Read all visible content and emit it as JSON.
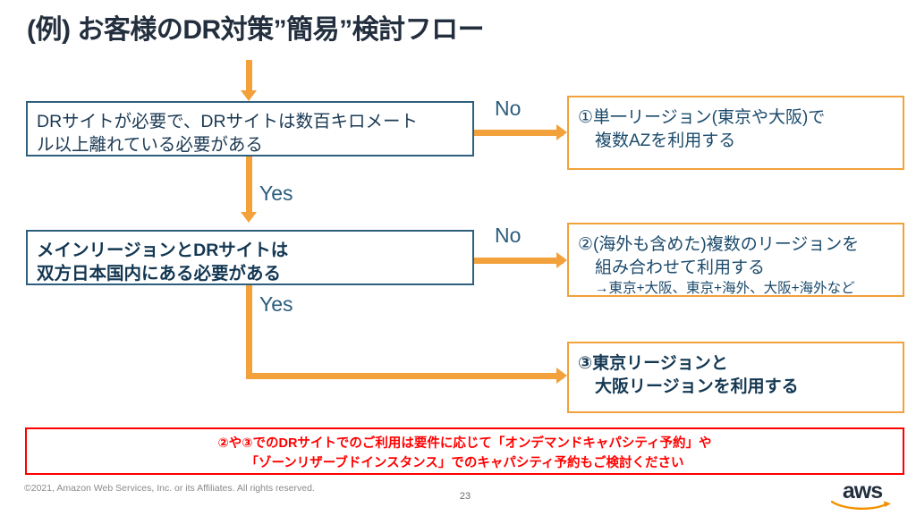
{
  "slide": {
    "title": "(例) お客様のDR対策”簡易”検討フロー"
  },
  "flow": {
    "decisions": [
      {
        "id": "decision-1",
        "line1": "DRサイトが必要で、DRサイトは数百キロメート",
        "line2": "ル以上離れている必要がある"
      },
      {
        "id": "decision-2",
        "line1": "メインリージョンとDRサイトは",
        "line2": "双方日本国内にある必要がある"
      }
    ],
    "labels": {
      "no_1": "No",
      "no_2": "No",
      "yes_1": "Yes",
      "yes_2": "Yes"
    },
    "outcomes": [
      {
        "id": "outcome-1",
        "line1": "①単一リージョン(東京や大阪)で",
        "line2": "複数AZを利用する",
        "sub": ""
      },
      {
        "id": "outcome-2",
        "line1": "②(海外も含めた)複数のリージョンを",
        "line2": "組み合わせて利用する",
        "sub": "→東京+大阪、東京+海外、大阪+海外など"
      },
      {
        "id": "outcome-3",
        "line1": "③東京リージョンと",
        "line2": "大阪リージョンを利用する",
        "sub": ""
      }
    ]
  },
  "note": {
    "line1": "②や③でのDRサイトでのご利用は要件に応じて「オンデマンドキャパシティ予約」や",
    "line2": "「ゾーンリザーブドインスタンス」でのキャパシティ予約もご検討ください"
  },
  "footer": {
    "copyright": "©2021, Amazon Web Services, Inc. or its Affiliates. All rights reserved.",
    "page_number": "23",
    "logo_text": "aws"
  },
  "colors": {
    "navy": "#2e5f7e",
    "orange": "#f2a13b",
    "red": "#ff0000",
    "title_navy": "#232f3e"
  }
}
